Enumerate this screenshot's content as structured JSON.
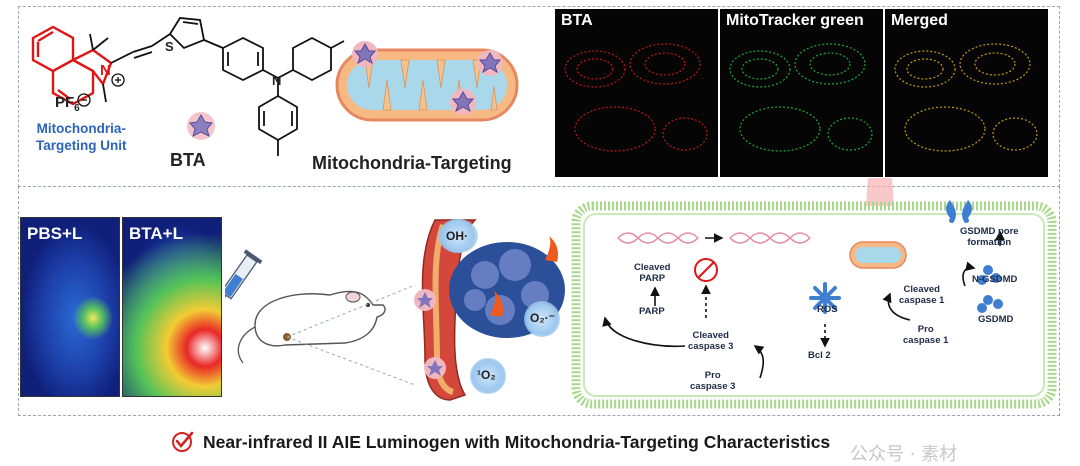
{
  "molecule": {
    "counterion": "PF",
    "counterion_sub": "6",
    "nitrogen_plus": "N",
    "nitrogen_neutral": "N",
    "sulfur": "S",
    "targeting_unit_line1": "Mitochondria-",
    "targeting_unit_line2": "Targeting Unit",
    "name": "BTA"
  },
  "mito_targeting_label": "Mitochondria-Targeting",
  "microscopy": {
    "panels": [
      "BTA",
      "MitoTracker green",
      "Merged"
    ],
    "colors": [
      "#e01a1a",
      "#26c43c",
      "#e0b21c"
    ]
  },
  "in_vivo": {
    "panels": [
      "PBS+L",
      "BTA+L"
    ]
  },
  "tumor": {
    "ros_labels": [
      "OH·",
      "O₂·⁻",
      "¹O₂"
    ]
  },
  "pathway": {
    "cleaved_parp_1": "Cleaved",
    "cleaved_parp_2": "PARP",
    "parp": "PARP",
    "cleaved_caspase3_1": "Cleaved",
    "cleaved_caspase3_2": "caspase 3",
    "pro_caspase3_1": "Pro",
    "pro_caspase3_2": "caspase 3",
    "ros": "ROS",
    "bcl2": "Bcl 2",
    "cleaved_caspase1_1": "Cleaved",
    "cleaved_caspase1_2": "caspase 1",
    "pro_caspase1_1": "Pro",
    "pro_caspase1_2": "caspase 1",
    "n_gsdmd": "N-GSDMD",
    "gsdmd": "GSDMD",
    "pore_1": "GSDMD pore",
    "pore_2": "formation"
  },
  "footer": {
    "title": "Near-infrared II AIE Luminogen with Mitochondria-Targeting Characteristics",
    "watermark": "公众号 · 素材"
  }
}
